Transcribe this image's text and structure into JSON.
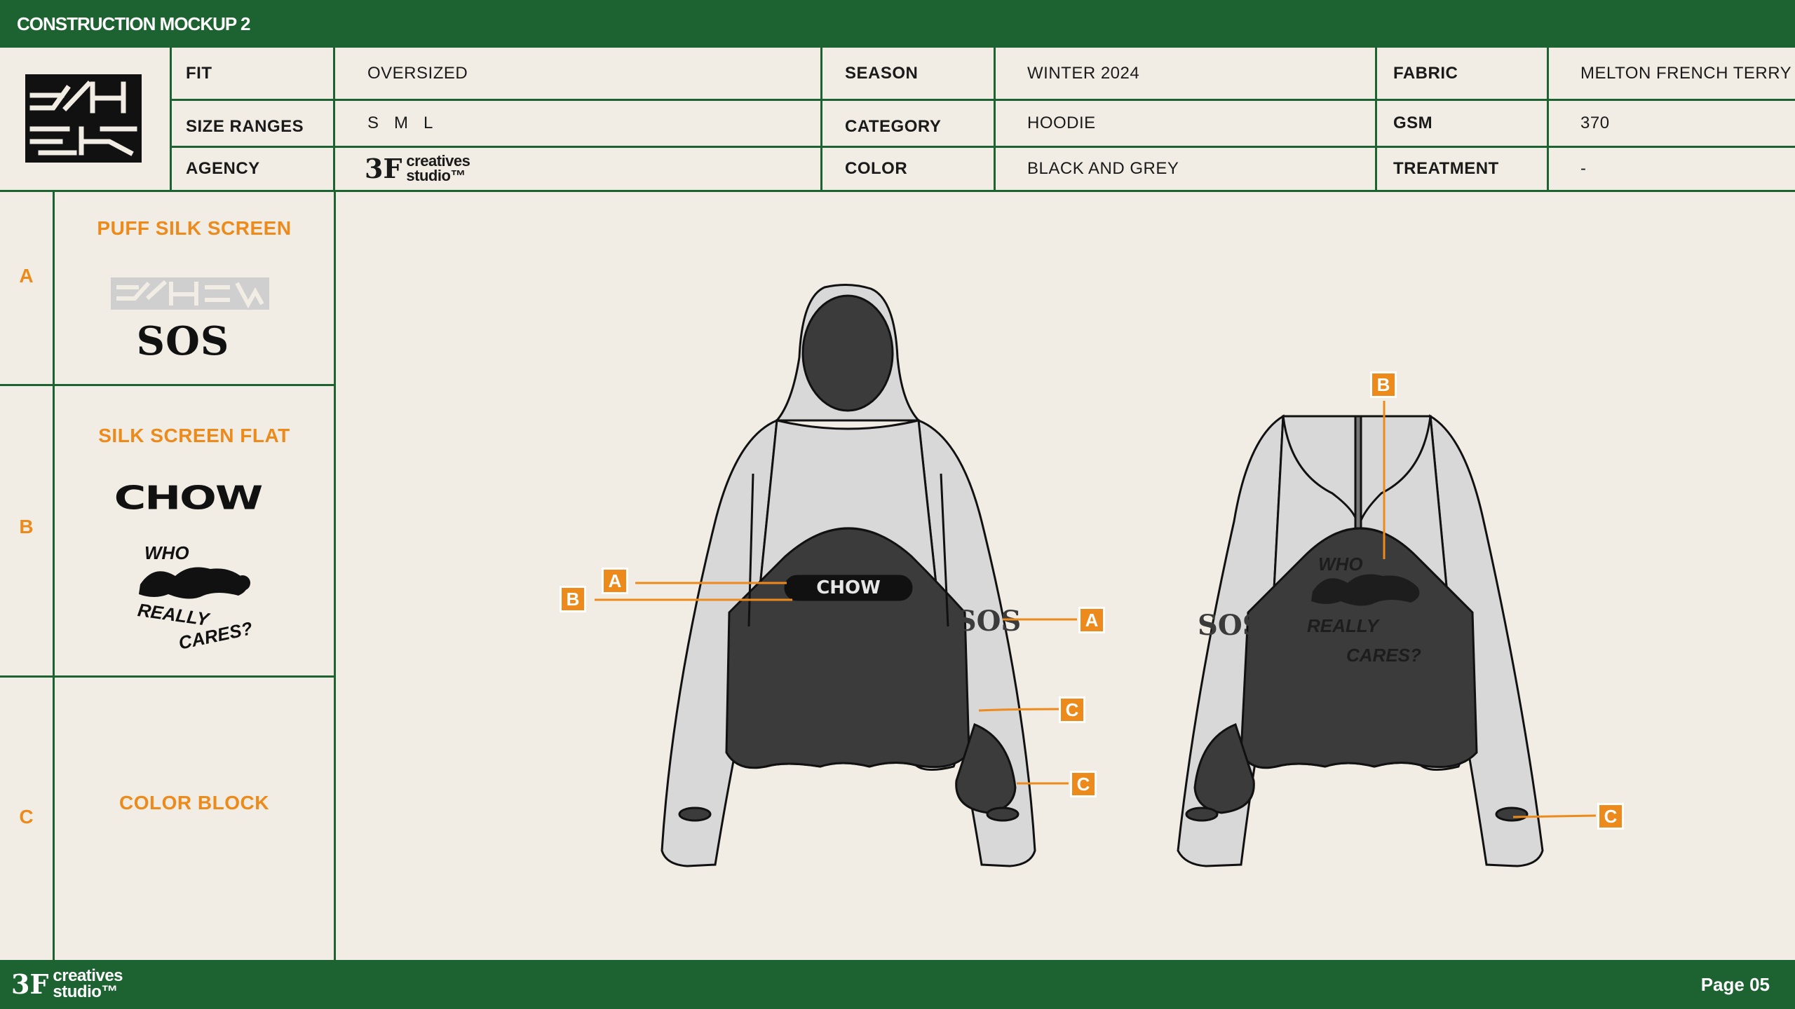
{
  "header": {
    "title": "CONSTRUCTION MOCKUP 2"
  },
  "spec": {
    "fit_label": "FIT",
    "fit_value": "OVERSIZED",
    "size_label": "SIZE RANGES",
    "size_value": "S   M   L",
    "agency_label": "AGENCY",
    "season_label": "SEASON",
    "season_value": "WINTER 2024",
    "category_label": "CATEGORY",
    "category_value": "HOODIE",
    "color_label": "COLOR",
    "color_value": "BLACK AND GREY",
    "fabric_label": "FABRIC",
    "fabric_value": "MELTON FRENCH TERRY",
    "gsm_label": "GSM",
    "gsm_value": "370",
    "treatment_label": "TREATMENT",
    "treatment_value": "-"
  },
  "agency_logo": {
    "mark": "3F",
    "line1": "creatives",
    "line2": "studio™"
  },
  "brand_wordmark": "CHOW",
  "legend": [
    {
      "letter": "A",
      "title": "PUFF SILK SCREEN",
      "art_text": "SOS"
    },
    {
      "letter": "B",
      "title": "SILK SCREEN FLAT",
      "art_text": "CHOW",
      "graphic_lines": [
        "WHO",
        "REALLY",
        "CARES?"
      ]
    },
    {
      "letter": "C",
      "title": "COLOR BLOCK"
    }
  ],
  "garment": {
    "sleeve_print": "SOS",
    "callouts": [
      "A",
      "B",
      "A",
      "C",
      "C",
      "B",
      "C"
    ]
  },
  "colors": {
    "green": "#1c6331",
    "orange": "#ec8a1b",
    "light_grey": "#d8d8d8",
    "dark_grey": "#3b3b3b",
    "paper": "#f1ede4"
  },
  "footer": {
    "page": "Page 05"
  }
}
